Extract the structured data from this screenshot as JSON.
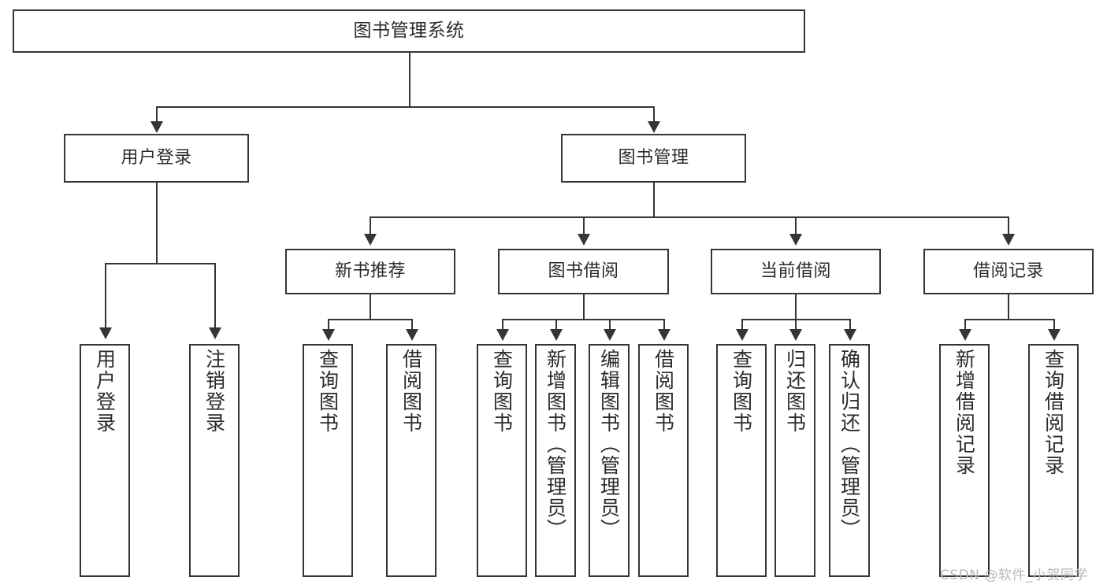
{
  "diagram": {
    "type": "tree-hierarchy-diagram",
    "title": "图书管理系统",
    "orientation": "top-down",
    "line_color": "#353535",
    "box_fill": "#ffffff",
    "text_color": "#2b2b2b"
  },
  "nodes": {
    "root": {
      "label": "图书管理系统",
      "level": 1
    },
    "level2": [
      {
        "id": "user-login",
        "label": "用户登录"
      },
      {
        "id": "book-management",
        "label": "图书管理"
      }
    ],
    "level3": [
      {
        "id": "new-book-recommend",
        "label": "新书推荐"
      },
      {
        "id": "book-borrow",
        "label": "图书借阅"
      },
      {
        "id": "current-borrow",
        "label": "当前借阅"
      },
      {
        "id": "borrow-record",
        "label": "借阅记录"
      }
    ],
    "leaves": {
      "user-login": [
        {
          "id": "leaf-user-login",
          "label": "用户登录"
        },
        {
          "id": "leaf-logout",
          "label": "注销登录"
        }
      ],
      "new-book-recommend": [
        {
          "id": "leaf-query-book-1",
          "label": "查询图书"
        },
        {
          "id": "leaf-borrow-book-1",
          "label": "借阅图书"
        }
      ],
      "book-borrow": [
        {
          "id": "leaf-query-book-2",
          "label": "查询图书"
        },
        {
          "id": "leaf-add-book",
          "label": "新增图书（管理员）"
        },
        {
          "id": "leaf-edit-book",
          "label": "编辑图书（管理员）"
        },
        {
          "id": "leaf-borrow-book-2",
          "label": "借阅图书"
        }
      ],
      "current-borrow": [
        {
          "id": "leaf-query-book-3",
          "label": "查询图书"
        },
        {
          "id": "leaf-return-book",
          "label": "归还图书"
        },
        {
          "id": "leaf-confirm-return",
          "label": "确认归还（管理员）"
        }
      ],
      "borrow-record": [
        {
          "id": "leaf-add-record",
          "label": "新增借阅记录"
        },
        {
          "id": "leaf-query-record",
          "label": "查询借阅记录"
        }
      ]
    }
  },
  "watermark": {
    "text": "CSDN @软件_小贺同学"
  }
}
